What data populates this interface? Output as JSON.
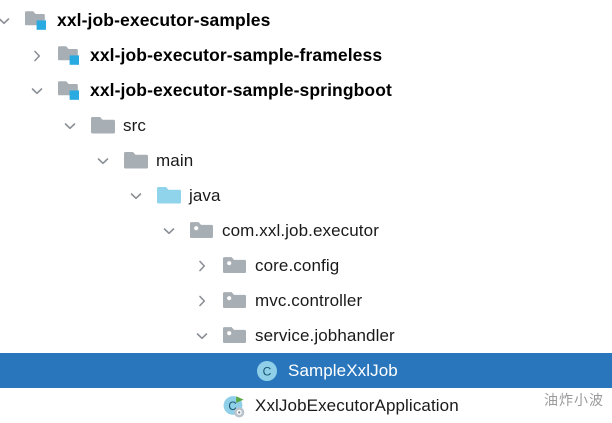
{
  "window": {
    "background_color": "#ffffff",
    "selection_color": "#2a76bc",
    "selection_text_color": "#ffffff",
    "text_color": "#1a1a1a"
  },
  "tree": {
    "name": "project-tree",
    "rows": [
      {
        "label": "xxl-job-executor-samples",
        "icon": "module-folder-icon",
        "chevron": "chevron-down-icon",
        "depth": 0,
        "bold": true,
        "selected": false
      },
      {
        "label": "xxl-job-executor-sample-frameless",
        "icon": "module-folder-icon",
        "chevron": "chevron-right-icon",
        "depth": 1,
        "bold": true,
        "selected": false
      },
      {
        "label": "xxl-job-executor-sample-springboot",
        "icon": "module-folder-icon",
        "chevron": "chevron-down-icon",
        "depth": 1,
        "bold": true,
        "selected": false
      },
      {
        "label": "src",
        "icon": "folder-icon",
        "chevron": "chevron-down-icon",
        "depth": 2,
        "bold": false,
        "selected": false
      },
      {
        "label": "main",
        "icon": "folder-icon",
        "chevron": "chevron-down-icon",
        "depth": 3,
        "bold": false,
        "selected": false
      },
      {
        "label": "java",
        "icon": "source-folder-icon",
        "chevron": "chevron-down-icon",
        "depth": 4,
        "bold": false,
        "selected": false
      },
      {
        "label": "com.xxl.job.executor",
        "icon": "package-icon",
        "chevron": "chevron-down-icon",
        "depth": 5,
        "bold": false,
        "selected": false
      },
      {
        "label": "core.config",
        "icon": "package-icon",
        "chevron": "chevron-right-icon",
        "depth": 6,
        "bold": false,
        "selected": false
      },
      {
        "label": "mvc.controller",
        "icon": "package-icon",
        "chevron": "chevron-right-icon",
        "depth": 6,
        "bold": false,
        "selected": false
      },
      {
        "label": "service.jobhandler",
        "icon": "package-icon",
        "chevron": "chevron-down-icon",
        "depth": 6,
        "bold": false,
        "selected": false
      },
      {
        "label": "SampleXxlJob",
        "icon": "java-class-icon",
        "chevron": "none",
        "depth": 7,
        "bold": false,
        "selected": true
      },
      {
        "label": "XxlJobExecutorApplication",
        "icon": "spring-boot-runnable-class-icon",
        "chevron": "none",
        "depth": 6,
        "bold": false,
        "selected": false
      }
    ]
  },
  "watermark": {
    "text": "油炸小波"
  }
}
